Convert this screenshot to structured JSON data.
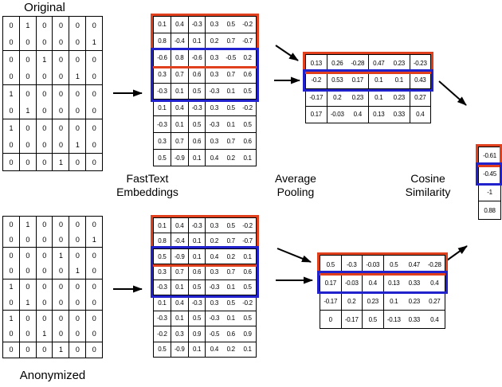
{
  "labels": {
    "original": "Original",
    "anonymized": "Anonymized",
    "fasttext": [
      "FastText",
      "Embeddings"
    ],
    "average_pooling": [
      "Average",
      "Pooling"
    ],
    "cosine_similarity": [
      "Cosine",
      "Similarity"
    ]
  },
  "colors": {
    "red": "#e0401e",
    "blue": "#2222cc"
  },
  "matrices": {
    "original_onehot": [
      [
        "0",
        "1",
        "0",
        "0",
        "0",
        "0"
      ],
      [
        "0",
        "0",
        "0",
        "0",
        "0",
        "1"
      ],
      [
        "0",
        "0",
        "1",
        "0",
        "0",
        "0"
      ],
      [
        "0",
        "0",
        "0",
        "0",
        "1",
        "0"
      ],
      [
        "1",
        "0",
        "0",
        "0",
        "0",
        "0"
      ],
      [
        "0",
        "1",
        "0",
        "0",
        "0",
        "0"
      ],
      [
        "1",
        "0",
        "0",
        "0",
        "0",
        "0"
      ],
      [
        "0",
        "0",
        "0",
        "0",
        "1",
        "0"
      ],
      [
        "0",
        "0",
        "0",
        "1",
        "0",
        "0"
      ]
    ],
    "original_embeddings": [
      [
        "0.1",
        "0.4",
        "-0.3",
        "0.3",
        "0.5",
        "-0.2"
      ],
      [
        "0.8",
        "-0.4",
        "0.1",
        "0.2",
        "0.7",
        "-0.7"
      ],
      [
        "-0.6",
        "0.8",
        "-0.6",
        "0.3",
        "-0.5",
        "0.2"
      ],
      [
        "0.3",
        "0.7",
        "0.6",
        "0.3",
        "0.7",
        "0.6"
      ],
      [
        "-0.3",
        "0.1",
        "0.5",
        "-0.3",
        "0.1",
        "0.5"
      ],
      [
        "0.1",
        "0.4",
        "-0.3",
        "0.3",
        "0.5",
        "-0.2"
      ],
      [
        "-0.3",
        "0.1",
        "0.5",
        "-0.3",
        "0.1",
        "0.5"
      ],
      [
        "0.3",
        "0.7",
        "0.6",
        "0.3",
        "0.7",
        "0.6"
      ],
      [
        "0.5",
        "-0.9",
        "0.1",
        "0.4",
        "0.2",
        "0.1"
      ]
    ],
    "original_pooled": [
      [
        "0.13",
        "0.26",
        "-0.28",
        "0.47",
        "0.23",
        "-0.23"
      ],
      [
        "-0.2",
        "0.53",
        "0.17",
        "0.1",
        "0.1",
        "0.43"
      ],
      [
        "-0.17",
        "0.2",
        "0.23",
        "0.1",
        "0.23",
        "0.27"
      ],
      [
        "0.17",
        "-0.03",
        "0.4",
        "0.13",
        "0.33",
        "0.4"
      ]
    ],
    "anonymized_onehot": [
      [
        "0",
        "1",
        "0",
        "0",
        "0",
        "0"
      ],
      [
        "0",
        "0",
        "0",
        "0",
        "0",
        "1"
      ],
      [
        "0",
        "0",
        "0",
        "1",
        "0",
        "0"
      ],
      [
        "0",
        "0",
        "0",
        "0",
        "1",
        "0"
      ],
      [
        "1",
        "0",
        "0",
        "0",
        "0",
        "0"
      ],
      [
        "0",
        "1",
        "0",
        "0",
        "0",
        "0"
      ],
      [
        "1",
        "0",
        "0",
        "0",
        "0",
        "0"
      ],
      [
        "0",
        "0",
        "1",
        "0",
        "0",
        "0"
      ],
      [
        "0",
        "0",
        "0",
        "1",
        "0",
        "0"
      ]
    ],
    "anonymized_embeddings": [
      [
        "0.1",
        "0.4",
        "-0.3",
        "0.3",
        "0.5",
        "-0.2"
      ],
      [
        "0.8",
        "-0.4",
        "0.1",
        "0.2",
        "0.7",
        "-0.7"
      ],
      [
        "0.5",
        "-0.9",
        "0.1",
        "0.4",
        "0.2",
        "0.1"
      ],
      [
        "0.3",
        "0.7",
        "0.6",
        "0.3",
        "0.7",
        "0.6"
      ],
      [
        "-0.3",
        "0.1",
        "0.5",
        "-0.3",
        "0.1",
        "0.5"
      ],
      [
        "0.1",
        "0.4",
        "-0.3",
        "0.3",
        "0.5",
        "-0.2"
      ],
      [
        "-0.3",
        "0.1",
        "0.5",
        "-0.3",
        "0.1",
        "0.5"
      ],
      [
        "-0.2",
        "0.3",
        "0.9",
        "-0.5",
        "0.6",
        "0.9"
      ],
      [
        "0.5",
        "-0.9",
        "0.1",
        "0.4",
        "0.2",
        "0.1"
      ]
    ],
    "anonymized_pooled": [
      [
        "0.5",
        "-0.3",
        "-0.03",
        "0.5",
        "0.47",
        "-0.28"
      ],
      [
        "0.17",
        "-0.03",
        "0.4",
        "0.13",
        "0.33",
        "0.4"
      ],
      [
        "-0.17",
        "0.2",
        "0.23",
        "0.1",
        "0.23",
        "0.27"
      ],
      [
        "0",
        "-0.17",
        "0.5",
        "-0.13",
        "0.33",
        "0.4"
      ]
    ],
    "cosine_similarity": [
      "-0.61",
      "-0.45",
      "-1",
      "0.88"
    ]
  }
}
